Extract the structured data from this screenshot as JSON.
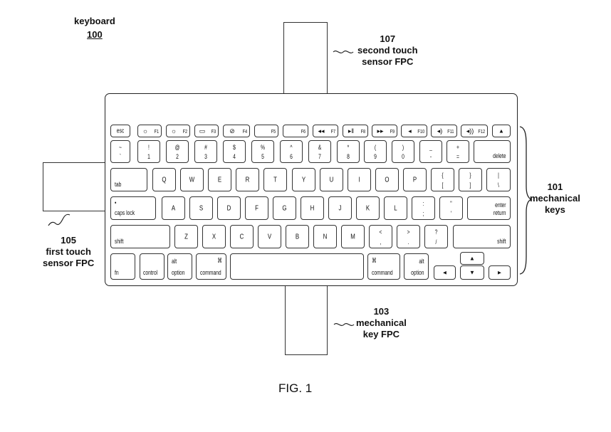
{
  "labels": {
    "keyboard": {
      "name": "keyboard",
      "ref": "100"
    },
    "second_touch_fpc": {
      "ref": "107",
      "line1": "second touch",
      "line2": "sensor FPC"
    },
    "mechanical_keys": {
      "ref": "101",
      "line1": "mechanical",
      "line2": "keys"
    },
    "first_touch_fpc": {
      "ref": "105",
      "line1": "first touch",
      "line2": "sensor FPC"
    },
    "mechanical_key_fpc": {
      "ref": "103",
      "line1": "mechanical",
      "line2": "key FPC"
    },
    "figure": "FIG. 1"
  },
  "keys": {
    "esc": "esc",
    "f1": {
      "icon": "☼",
      "fn": "F1"
    },
    "f2": {
      "icon": "☼",
      "fn": "F2"
    },
    "f3": {
      "icon": "▭",
      "fn": "F3"
    },
    "f4": {
      "icon": "⊘",
      "fn": "F4"
    },
    "f5": {
      "fn": "F5"
    },
    "f6": {
      "fn": "F6"
    },
    "f7": {
      "icon": "◂◂",
      "fn": "F7"
    },
    "f8": {
      "icon": "▸‖",
      "fn": "F8"
    },
    "f9": {
      "icon": "▸▸",
      "fn": "F9"
    },
    "f10": {
      "icon": "◂",
      "fn": "F10"
    },
    "f11": {
      "icon": "◂)",
      "fn": "F11"
    },
    "f12": {
      "icon": "◂))",
      "fn": "F12"
    },
    "eject": "▲",
    "num_row": [
      {
        "t": "~",
        "b": "`"
      },
      {
        "t": "!",
        "b": "1"
      },
      {
        "t": "@",
        "b": "2"
      },
      {
        "t": "#",
        "b": "3"
      },
      {
        "t": "$",
        "b": "4"
      },
      {
        "t": "%",
        "b": "5"
      },
      {
        "t": "^",
        "b": "6"
      },
      {
        "t": "&",
        "b": "7"
      },
      {
        "t": "*",
        "b": "8"
      },
      {
        "t": "(",
        "b": "9"
      },
      {
        "t": ")",
        "b": "0"
      },
      {
        "t": "_",
        "b": "-"
      },
      {
        "t": "+",
        "b": "="
      }
    ],
    "delete": "delete",
    "tab": "tab",
    "qwerty": [
      "Q",
      "W",
      "E",
      "R",
      "T",
      "Y",
      "U",
      "I",
      "O",
      "P"
    ],
    "brackets": [
      {
        "t": "{",
        "b": "["
      },
      {
        "t": "}",
        "b": "]"
      },
      {
        "t": "|",
        "b": "\\"
      }
    ],
    "caps_lock": {
      "dot": "•",
      "label": "caps lock"
    },
    "asdf": [
      "A",
      "S",
      "D",
      "F",
      "G",
      "H",
      "J",
      "K",
      "L"
    ],
    "semi": [
      {
        "t": ":",
        "b": ";"
      },
      {
        "t": "\"",
        "b": "'"
      }
    ],
    "enter": {
      "top": "enter",
      "bottom": "return"
    },
    "shift_left": "shift",
    "zxcv": [
      "Z",
      "X",
      "C",
      "V",
      "B",
      "N",
      "M"
    ],
    "punct": [
      {
        "t": "<",
        "b": ","
      },
      {
        "t": ">",
        "b": "."
      },
      {
        "t": "?",
        "b": "/"
      }
    ],
    "shift_right": "shift",
    "fn": "fn",
    "control": "control",
    "option_left": {
      "top": "alt",
      "bottom": "option"
    },
    "command_left": {
      "top": "⌘",
      "bottom": "command"
    },
    "command_right": {
      "top": "⌘",
      "bottom": "command"
    },
    "option_right": {
      "top": "alt",
      "bottom": "option"
    },
    "arrows": {
      "left": "◄",
      "up": "▲",
      "down": "▼",
      "right": "►"
    }
  }
}
